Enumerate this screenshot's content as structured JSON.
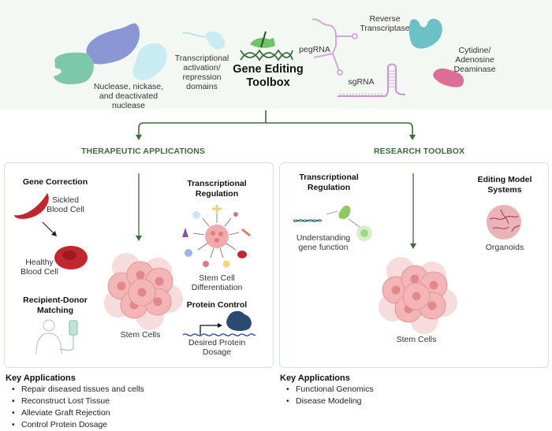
{
  "header": {
    "title_line1": "Gene Editing",
    "title_line2": "Toolbox",
    "components": {
      "nuclease": [
        "Nuclease, nickase,",
        "and deactivated",
        "nuclease"
      ],
      "transcriptional_domains": [
        "Transcriptional",
        "activation/",
        "repression",
        "domains"
      ],
      "pegrna": "pegRNA",
      "sgrna": "sgRNA",
      "reverse_transcriptase": [
        "Reverse",
        "Transcriptase"
      ],
      "deaminase": [
        "Cytidine/",
        "Adenosine",
        "Deaminase"
      ]
    }
  },
  "branches": {
    "therapeutic": {
      "heading": "THERAPEUTIC APPLICATIONS",
      "gene_correction": {
        "title": "Gene Correction",
        "sickled_label": [
          "Sickled",
          "Blood Cell"
        ],
        "healthy_label": [
          "Healthy",
          "Blood Cell"
        ]
      },
      "recipient_donor": {
        "title": [
          "Recipient-Donor",
          "Matching"
        ]
      },
      "stem_cells_label": "Stem Cells",
      "transcriptional_regulation": {
        "title": [
          "Transcriptional",
          "Regulation"
        ],
        "caption": [
          "Stem Cell",
          "Differentiation"
        ]
      },
      "protein_control": {
        "title": "Protein Control",
        "caption": [
          "Desired Protein",
          "Dosage"
        ]
      },
      "key_applications": {
        "title": "Key Applications",
        "items": [
          "Repair diseased tissues and cells",
          "Reconstruct Lost Tissue",
          "Alleviate Graft Rejection",
          "Control Protein Dosage"
        ]
      }
    },
    "research": {
      "heading": "RESEARCH TOOLBOX",
      "transcriptional_regulation": {
        "title": [
          "Transcriptional",
          "Regulation"
        ],
        "caption": [
          "Understanding",
          "gene function"
        ]
      },
      "editing_models": {
        "title": [
          "Editing Model",
          "Systems"
        ],
        "caption": "Organoids"
      },
      "stem_cells_label": "Stem Cells",
      "key_applications": {
        "title": "Key Applications",
        "items": [
          "Functional Genomics",
          "Disease Modeling"
        ]
      }
    }
  },
  "colors": {
    "accent_green": "#3e6b3a",
    "panel_border": "#d6e6d3",
    "background_band": "#f3f9f2"
  }
}
